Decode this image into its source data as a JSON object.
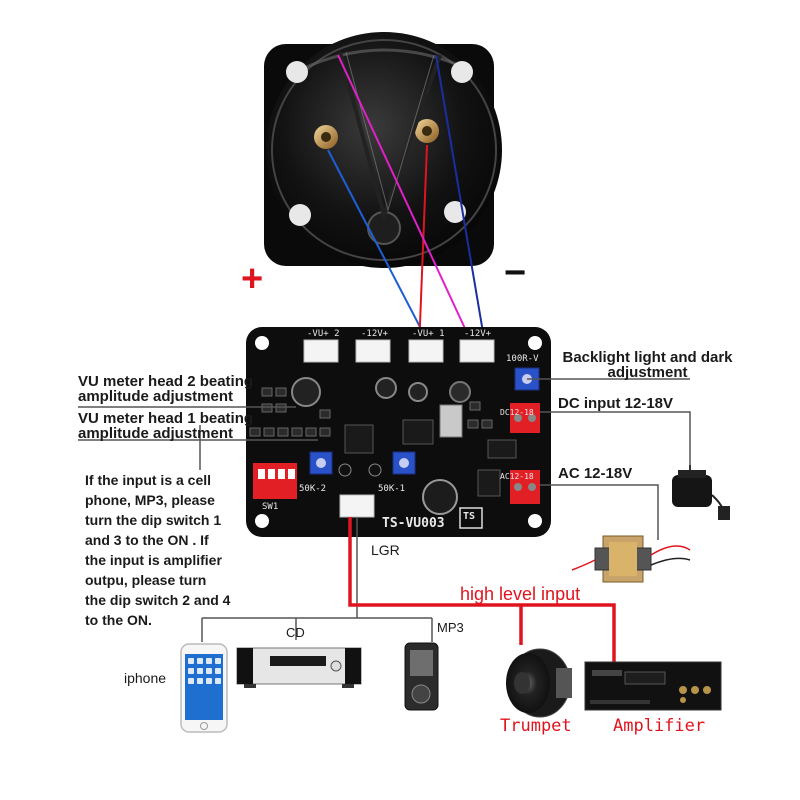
{
  "meter": {
    "plus_sign": "+",
    "minus_sign": "−"
  },
  "board": {
    "model": "TS-VU003",
    "logo": "TS",
    "connectors": [
      "-VU+ 2",
      "-12V+",
      "-VU+ 1",
      "-12V+"
    ],
    "pot_label": "100R-V",
    "pot_labels": [
      "50K-2",
      "50K-1"
    ],
    "dip_label": "SW1",
    "dc_label": "DC12-18",
    "ac_label": "AC12-18"
  },
  "annotations": {
    "backlight": [
      "Backlight light and dark",
      "adjustment"
    ],
    "vu2": [
      "VU meter head 2 beating",
      "amplitude adjustment"
    ],
    "vu1": [
      "VU meter head 1 beating",
      "amplitude adjustment"
    ],
    "dc_input": "DC input 12-18V",
    "ac_input": "AC 12-18V",
    "dip_note": [
      "If the input is a cell",
      "phone, MP3, please",
      "turn the dip switch 1",
      "and 3 to the ON . If",
      "the input is amplifier",
      "outpu, please turn",
      "the dip switch 2 and 4",
      "to the ON."
    ],
    "lgr": "LGR",
    "high_level_input": "high level input"
  },
  "devices": {
    "cd": "CD",
    "mp3": "MP3",
    "iphone": "iphone",
    "trumpet": "Trumpet",
    "amplifier": "Amplifier"
  },
  "colors": {
    "red_wire": "#e0141e",
    "blue_wire": "#1e5fd6",
    "magenta_wire": "#e020c8",
    "navy_wire": "#1a2ea0",
    "pcb": "#0d0d0d",
    "annotation_line": "#555555"
  }
}
